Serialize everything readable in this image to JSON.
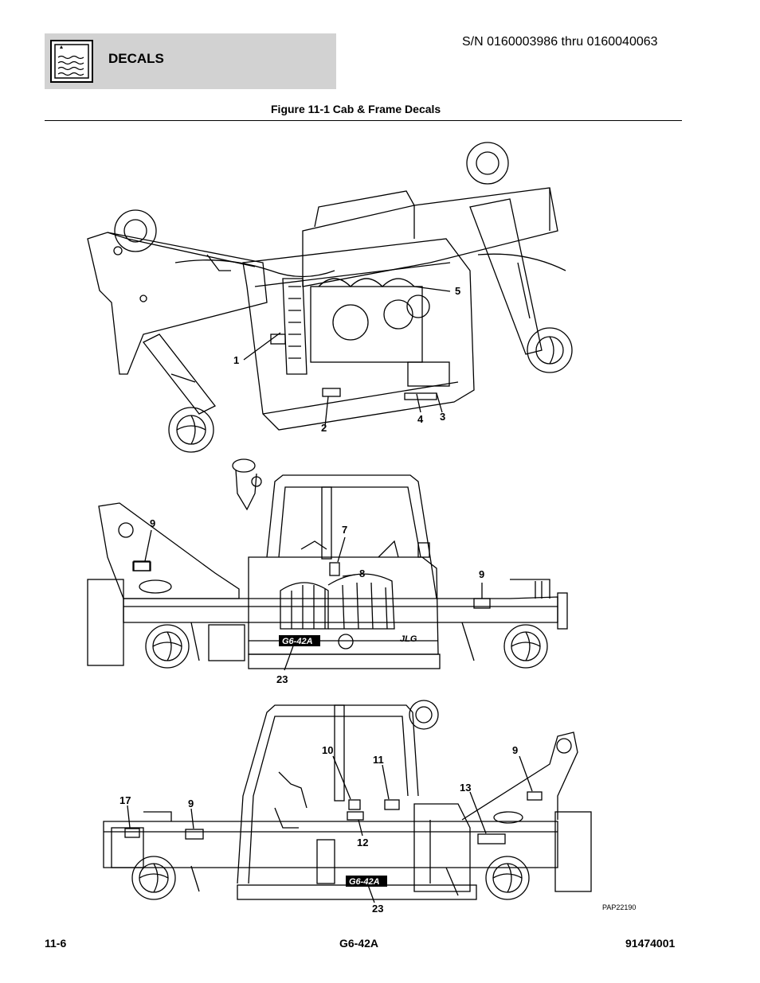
{
  "header": {
    "section": "DECALS",
    "serial": "S/N 0160003986 thru 0160040063",
    "icon": "decal-section-icon"
  },
  "figure": {
    "title": "Figure 11-1 Cab & Frame Decals",
    "ref": "PAP22190",
    "top_callouts": [
      "1",
      "2",
      "3",
      "4",
      "5"
    ],
    "middle_callouts": [
      "9",
      "7",
      "8",
      "9",
      "23"
    ],
    "bottom_callouts": [
      "10",
      "11",
      "9",
      "13",
      "17",
      "9",
      "12",
      "23"
    ],
    "model_badge": "G6-42A",
    "brand_badge": "JLG"
  },
  "footer": {
    "page": "11-6",
    "model": "G6-42A",
    "doc_number": "91474001"
  }
}
